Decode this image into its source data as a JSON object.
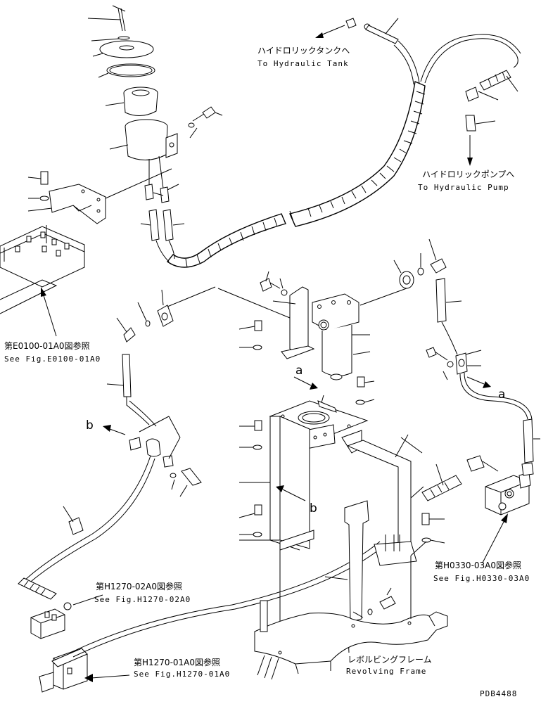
{
  "labels": {
    "tank_jp": "ハイドロリックタンクへ",
    "tank_en": "To Hydraulic Tank",
    "pump_jp": "ハイドロリックポンプへ",
    "pump_en": "To Hydraulic Pump",
    "e0100_jp": "第E0100-01A0図参照",
    "e0100_en": "See Fig.E0100-01A0",
    "h0330_jp": "第H0330-03A0図参照",
    "h0330_en": "See Fig.H0330-03A0",
    "h1270_02_jp": "第H1270-02A0図参照",
    "h1270_02_en": "See Fig.H1270-02A0",
    "h1270_01_jp": "第H1270-01A0図参照",
    "h1270_01_en": "See Fig.H1270-01A0",
    "frame_jp": "レボルビングフレーム",
    "frame_en": "Revolving Frame",
    "ref_a": "a",
    "ref_b": "b",
    "drawing_no": "PDB4488"
  }
}
